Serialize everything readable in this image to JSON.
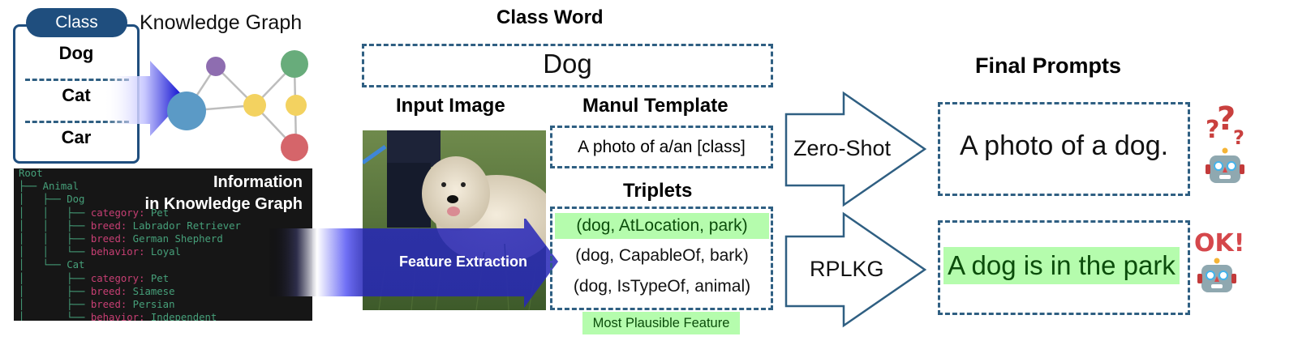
{
  "class_panel": {
    "tab_label": "Class",
    "items": [
      "Dog",
      "Cat",
      "Car"
    ]
  },
  "knowledge_graph": {
    "title": "Knowledge Graph",
    "node_colors": {
      "blue": "#5b9ac6",
      "purple": "#8e6db0",
      "yellow": "#f3d260",
      "green": "#68ac7b",
      "red": "#d5656a"
    }
  },
  "terminal": {
    "title_line1": "Information",
    "title_line2": "in Knowledge Graph",
    "lines": [
      {
        "prefix": "Root",
        "key": "",
        "value": ""
      },
      {
        "prefix": "├── Animal",
        "key": "",
        "value": ""
      },
      {
        "prefix": "│   ├── Dog",
        "key": "",
        "value": ""
      },
      {
        "prefix": "│   │   ├── ",
        "key": "category:",
        "value": " Pet"
      },
      {
        "prefix": "│   │   ├── ",
        "key": "breed:",
        "value": " Labrador Retriever"
      },
      {
        "prefix": "│   │   ├── ",
        "key": "breed:",
        "value": " German Shepherd"
      },
      {
        "prefix": "│   │   └── ",
        "key": "behavior:",
        "value": " Loyal"
      },
      {
        "prefix": "│   └── Cat",
        "key": "",
        "value": ""
      },
      {
        "prefix": "│       ├── ",
        "key": "category:",
        "value": " Pet"
      },
      {
        "prefix": "│       ├── ",
        "key": "breed:",
        "value": " Siamese"
      },
      {
        "prefix": "│       ├── ",
        "key": "breed:",
        "value": " Persian"
      },
      {
        "prefix": "│       └── ",
        "key": "behavior:",
        "value": " Independent"
      },
      {
        "prefix": "│",
        "key": "",
        "value": ""
      }
    ]
  },
  "feature_extraction": {
    "label": "Feature Extraction"
  },
  "class_word": {
    "title": "Class Word",
    "value": "Dog"
  },
  "input_image": {
    "title": "Input Image",
    "description": "white dog lying on grass next to a child"
  },
  "manual_template": {
    "title": "Manul Template",
    "value": "A photo of a/an [class]"
  },
  "triplets": {
    "title": "Triplets",
    "items": [
      {
        "text": "(dog, AtLocation, park)",
        "highlighted": true
      },
      {
        "text": "(dog, CapableOf, bark)",
        "highlighted": false
      },
      {
        "text": "(dog, IsTypeOf, animal)",
        "highlighted": false
      }
    ],
    "highlight_label": "Most Plausible Feature"
  },
  "methods": {
    "zero_shot": "Zero-Shot",
    "rplkg": "RPLKG"
  },
  "final_prompts": {
    "title": "Final Prompts",
    "zero_shot_prompt": "A photo of a dog.",
    "rplkg_prompt": "A dog is in the park",
    "zero_shot_reaction": {
      "icon": "robot-confused",
      "caption": "???"
    },
    "rplkg_reaction": {
      "icon": "robot-ok",
      "caption": "OK!"
    }
  },
  "colors": {
    "dash": "#2f5f82",
    "class_blue": "#1f4e7e",
    "highlight_green": "#b5fcad",
    "highlight_text": "#0b4d0b",
    "arrow_blue": "#2626b8"
  }
}
